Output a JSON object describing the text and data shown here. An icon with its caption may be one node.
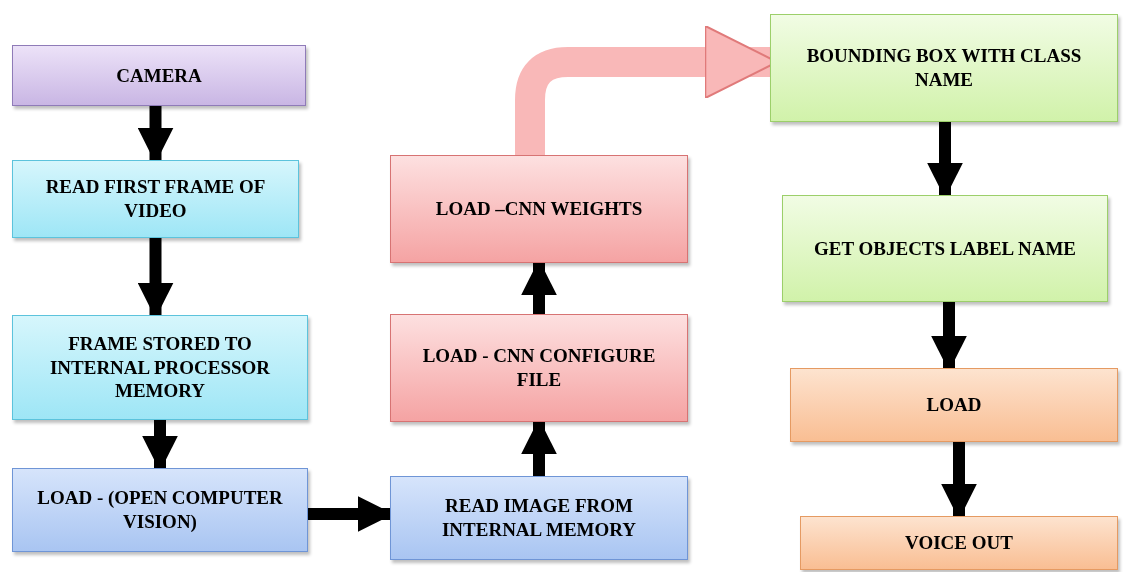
{
  "diagram": {
    "nodes": [
      {
        "text": [
          "CAMERA"
        ]
      },
      {
        "text": [
          "READ FIRST FRAME OF VIDEO"
        ]
      },
      {
        "text": [
          "FRAME STORED TO INTERNAL PROCESSOR MEMORY"
        ]
      },
      {
        "text": [
          "LOAD - (OPEN COMPUTER VISION)"
        ]
      },
      {
        "text": [
          "READ IMAGE FROM INTERNAL MEMORY"
        ]
      },
      {
        "text": [
          "LOAD - CNN CONFIGURE FILE"
        ]
      },
      {
        "text": [
          "LOAD –CNN WEIGHTS"
        ]
      },
      {
        "text": [
          "BOUNDING BOX WITH CLASS NAME"
        ]
      },
      {
        "text": [
          "GET OBJECTS LABEL NAME"
        ]
      },
      {
        "text": [
          "LOAD"
        ]
      },
      {
        "text": [
          "VOICE OUT"
        ]
      }
    ],
    "edges": [
      {
        "from": 0,
        "to": 1,
        "arrow": "to"
      },
      {
        "from": 1,
        "to": 2,
        "arrow": "to"
      },
      {
        "from": 2,
        "to": 3,
        "arrow": "to"
      },
      {
        "from": 3,
        "to": 4,
        "arrow": "to"
      },
      {
        "from": 4,
        "to": 5,
        "arrow": "to"
      },
      {
        "from": 5,
        "to": 6,
        "arrow": "to"
      },
      {
        "from": 6,
        "to": 7,
        "arrow": "to",
        "style": "thick",
        "color": "#f9b8b8"
      },
      {
        "from": 7,
        "to": 8,
        "arrow": "to"
      },
      {
        "from": 8,
        "to": 9,
        "arrow": "to"
      },
      {
        "from": 9,
        "to": 10,
        "arrow": "to"
      }
    ]
  }
}
